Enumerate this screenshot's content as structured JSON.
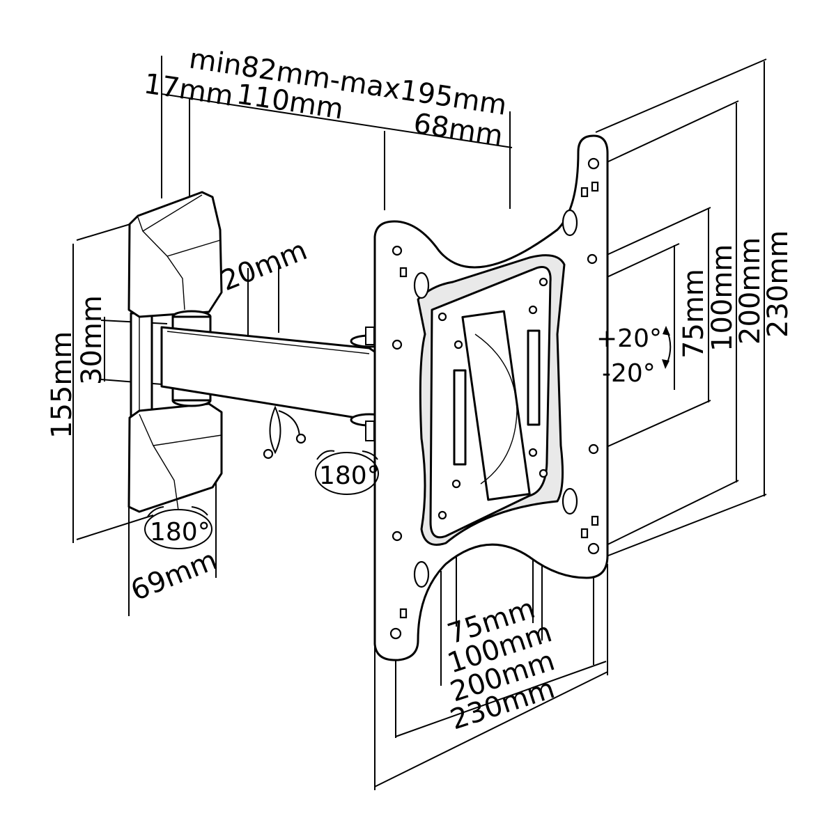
{
  "dimensions": {
    "arm_extension": "min82mm-max195mm",
    "wall_plate_offset": "17mm",
    "arm_segment": "110mm",
    "head_offset": "68mm",
    "arm_thickness": "20mm",
    "arm_height": "30mm",
    "wall_plate_height": "155mm",
    "wall_plate_width": "69mm",
    "wall_swivel": "180°",
    "arm_swivel": "180°",
    "tilt_up": "+20°",
    "tilt_down": "-20°",
    "vesa_v_75": "75mm",
    "vesa_v_100": "100mm",
    "vesa_v_200": "200mm",
    "vesa_v_230": "230mm",
    "vesa_h_75": "75mm",
    "vesa_h_100": "100mm",
    "vesa_h_200": "200mm",
    "vesa_h_230": "230mm"
  }
}
